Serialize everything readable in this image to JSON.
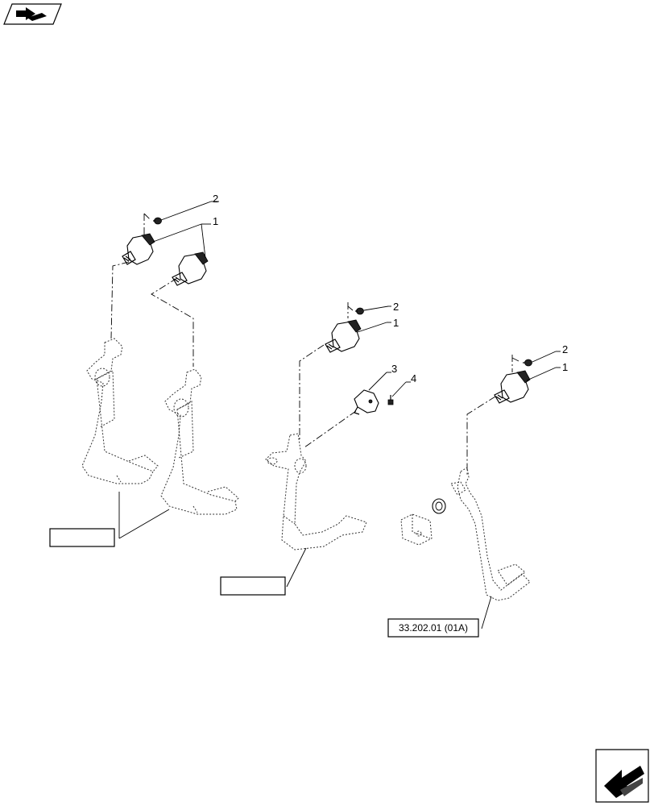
{
  "diagram": {
    "callouts": [
      {
        "id": "c2-a",
        "label": "2"
      },
      {
        "id": "c1-a",
        "label": "1"
      },
      {
        "id": "c2-b",
        "label": "2"
      },
      {
        "id": "c1-b",
        "label": "1"
      },
      {
        "id": "c3",
        "label": "3"
      },
      {
        "id": "c4",
        "label": "4"
      },
      {
        "id": "c2-c",
        "label": "2"
      },
      {
        "id": "c1-c",
        "label": "1"
      }
    ],
    "reference_boxes": [
      {
        "id": "ref-left",
        "label": ""
      },
      {
        "id": "ref-middle",
        "label": ""
      },
      {
        "id": "ref-right",
        "label": "33.202.01 (01A)"
      }
    ],
    "icons": {
      "top_left": "arrow-book-icon",
      "bottom_right": "next-page-arrow-icon"
    }
  }
}
